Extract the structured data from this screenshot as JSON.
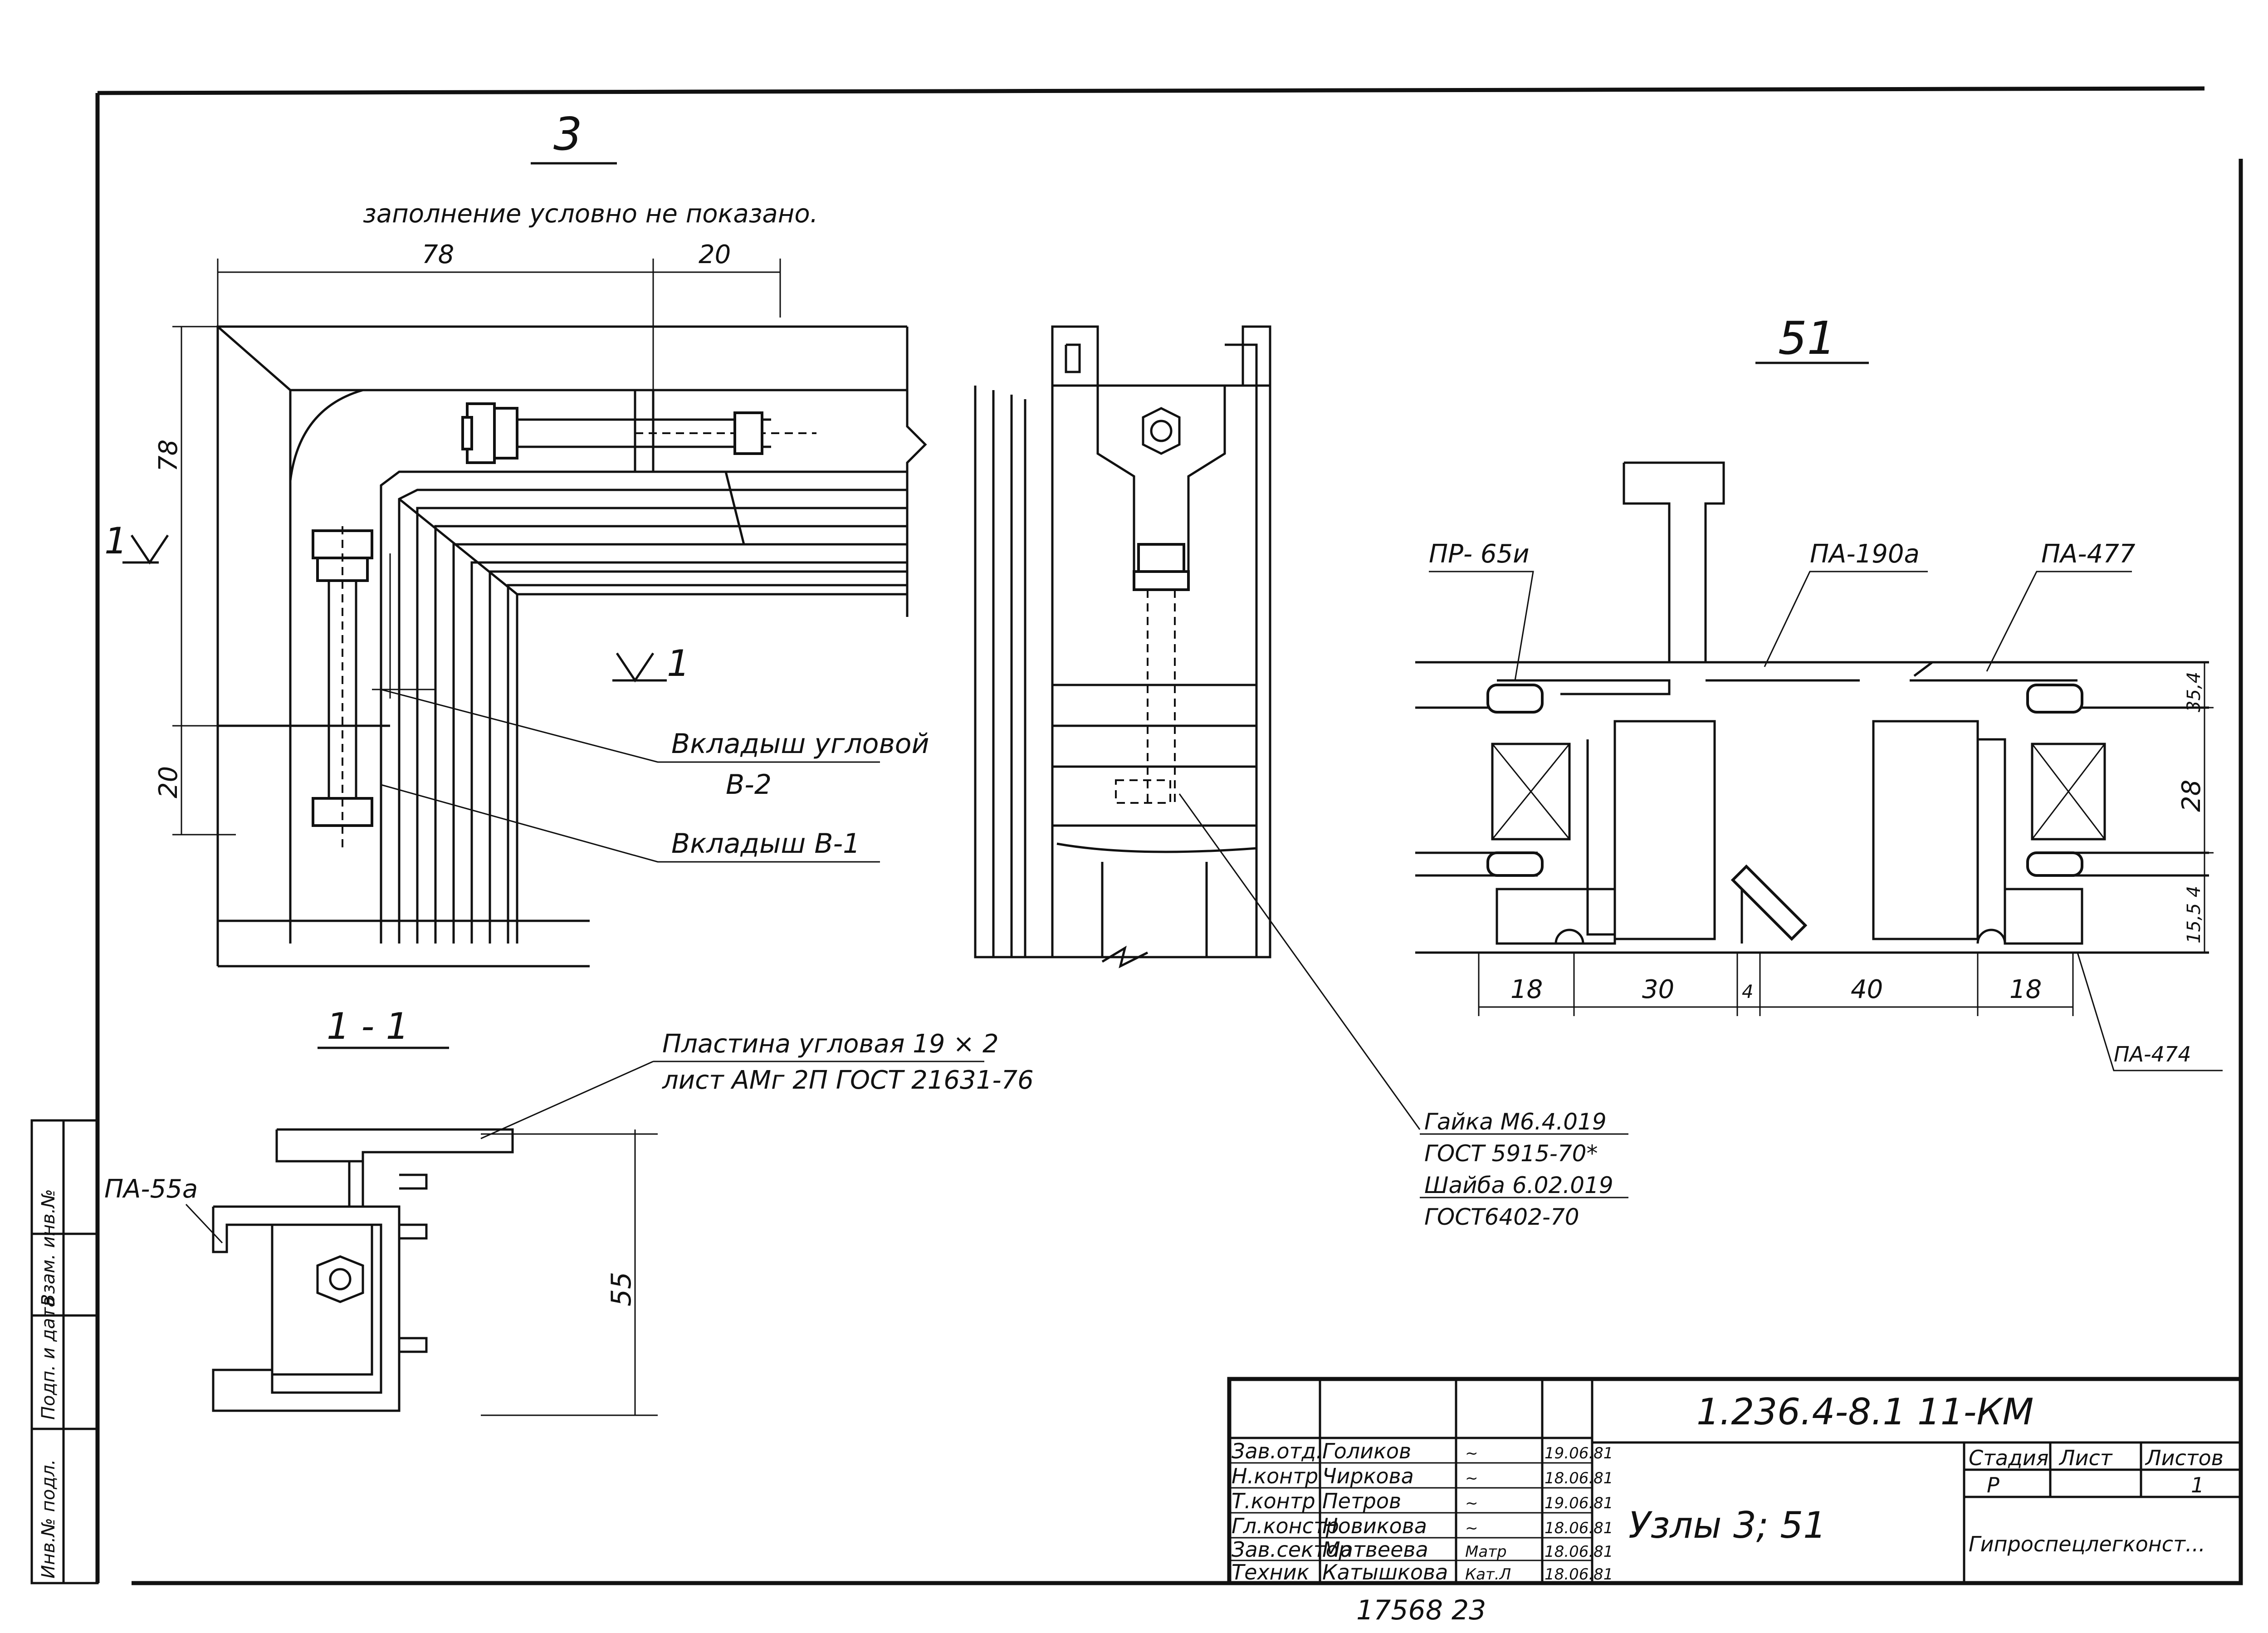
{
  "views": {
    "node3": {
      "title": "3",
      "note": "заполнение условно не показано.",
      "dims": {
        "top_left": "78",
        "top_right": "20",
        "left_top": "78",
        "left_bottom": "20"
      },
      "section_mark": "1",
      "labels": {
        "corner_insert": "Вкладыш угловой",
        "corner_insert_code": "В-2",
        "insert_b1": "Вкладыш  В-1"
      }
    },
    "section11": {
      "title": "1 - 1",
      "plate_line1": "Пластина угловая 19 × 2",
      "plate_line2": "лист АМг 2П ГОСТ 21631-76",
      "profile": "ПА-55а",
      "dim_height": "55"
    },
    "middle": {
      "nut_line1": "Гайка М6.4.019",
      "nut_line2": "ГОСТ 5915-70*",
      "washer_line1": "Шайба 6.02.019",
      "washer_line2": "ГОСТ6402-70"
    },
    "node51": {
      "title": "51",
      "labels": {
        "pr65i": "ПР- 65и",
        "pa190a": "ПА-190а",
        "pa477": "ПА-477",
        "pa474": "ПА-474"
      },
      "dims_bottom": [
        "18",
        "30",
        "4",
        "40",
        "18"
      ],
      "dims_right": [
        "35,4",
        "28",
        "15,5 4"
      ]
    }
  },
  "side_stamp": {
    "cells": [
      "Инв.№ подл.",
      "Подп. и дата",
      "Взам. инв.№"
    ]
  },
  "title_block": {
    "code": "1.236.4-8.1  11-КМ",
    "name": "Узлы 3; 51",
    "stage_header": "Стадия",
    "sheet_header": "Лист",
    "sheets_header": "Листов",
    "stage": "Р",
    "sheet": "",
    "sheets": "1",
    "organization": "Гипроспецлегконст...",
    "people": [
      {
        "role": "Зав.отд.",
        "name": "Голиков",
        "sign": "~",
        "date": "19.06.81"
      },
      {
        "role": "Н.контр",
        "name": "Чиркова",
        "sign": "~",
        "date": "18.06.81"
      },
      {
        "role": "Т.контр",
        "name": "Петров",
        "sign": "~",
        "date": "19.06.81"
      },
      {
        "role": "Гл.констр",
        "name": "Новикова",
        "sign": "~",
        "date": "18.06.81"
      },
      {
        "role": "Зав.сектор",
        "name": "Матвеева",
        "sign": "Матр",
        "date": "18.06.81"
      },
      {
        "role": "Техник",
        "name": "Катышкова",
        "sign": "Кат.Л",
        "date": "18.06.81"
      }
    ]
  },
  "footer": {
    "number": "17568  23"
  }
}
